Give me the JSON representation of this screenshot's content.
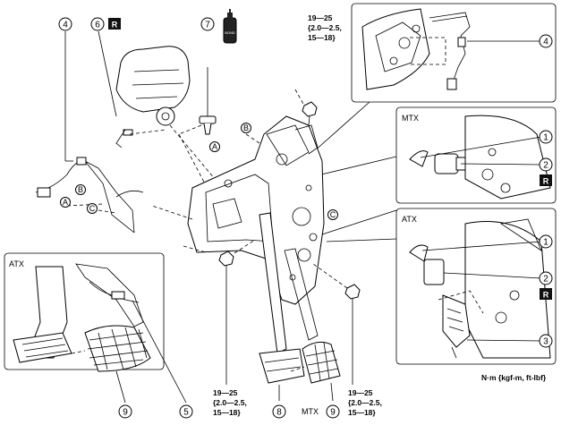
{
  "callouts": {
    "c1a": "1",
    "c1b": "1",
    "c2a": "2",
    "c2b": "2",
    "c3": "3",
    "c4a": "4",
    "c4b": "4",
    "c5": "5",
    "c6": "6",
    "c7": "7",
    "c8": "8",
    "c9a": "9",
    "c9b": "9"
  },
  "letters": {
    "a1": "A",
    "a2": "A",
    "b1": "B",
    "b2": "B",
    "c1": "C",
    "c2": "C"
  },
  "badges": {
    "r1": "R",
    "r2": "R",
    "r3": "R"
  },
  "panel_labels": {
    "mtx_top": "MTX",
    "atx_right": "ATX",
    "atx_left": "ATX",
    "mtx_pedal": "MTX"
  },
  "torque": {
    "top": [
      "19—25",
      "{2.0—2.5,",
      "15—18}"
    ],
    "bottom_left": [
      "19—25",
      "{2.0—2.5,",
      "15—18}"
    ],
    "bottom_right": [
      "19—25",
      "{2.0—2.5,",
      "15—18}"
    ]
  },
  "unit_note": "N·m {kgf-m, ft-lbf}"
}
